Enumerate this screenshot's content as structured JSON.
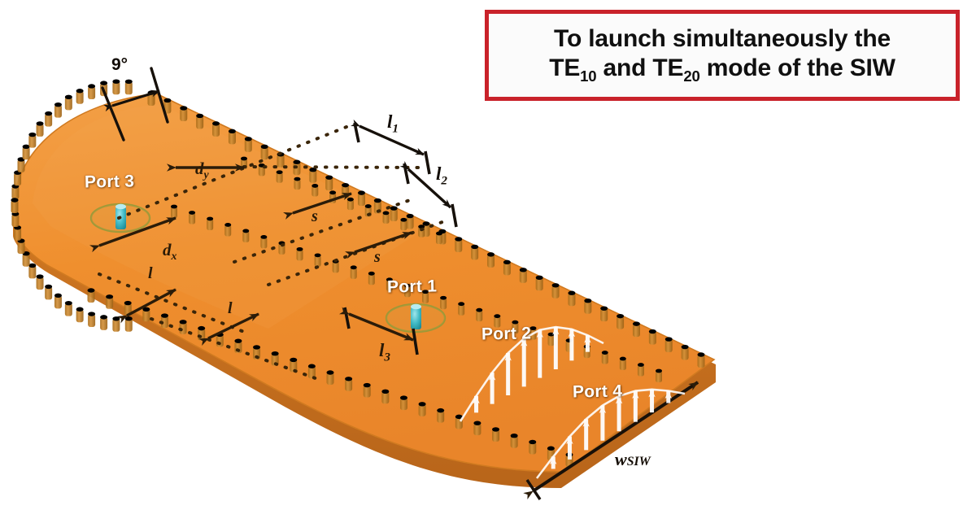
{
  "figure": {
    "kind": "siw-multimode-antenna-3d-diagram",
    "background_color": "#ffffff",
    "substrate_color": "#ef8f2e",
    "substrate_edge_color": "#c9721f",
    "via_color": "#c0791f",
    "feed_pin_color": "#3fb9c4"
  },
  "callout": {
    "border_color": "#c9222a",
    "background_color": "#fbfbfb",
    "line1": "To launch simultaneously the",
    "line2_prefix": "TE",
    "line2_sub1": "10",
    "line2_mid": " and TE",
    "line2_sub2": "20",
    "line2_suffix": " mode of the SIW",
    "full_text": "To launch simultaneously the TE10 and TE20 mode of the SIW"
  },
  "ports": {
    "port3": "Port 3",
    "port1": "Port 1",
    "port2": "Port 2",
    "port4": "Port 4"
  },
  "dimensions": {
    "angle": "9°",
    "l1_base": "l",
    "l1_sub": "1",
    "l2_base": "l",
    "l2_sub": "2",
    "l3_base": "l",
    "l3_sub": "3",
    "dy_base": "d",
    "dy_sub": "y",
    "dx_base": "d",
    "dx_sub": "x",
    "s_first": "s",
    "s_second": "s",
    "l_pitch_a": "l",
    "l_pitch_b": "l",
    "wsiw_base": "w",
    "wsiw_sub": "SIW"
  }
}
